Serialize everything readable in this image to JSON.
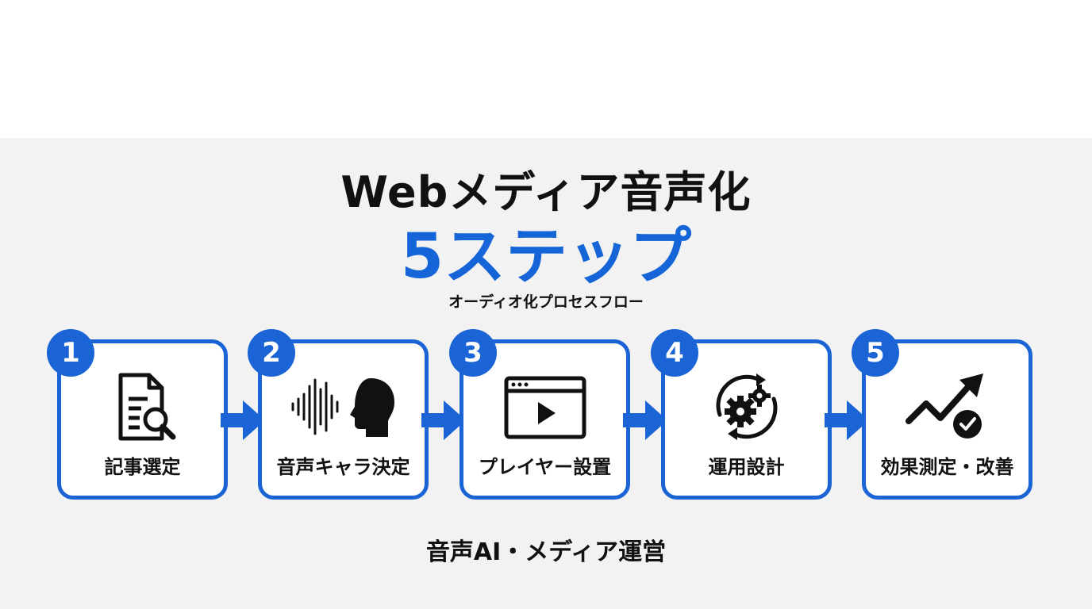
{
  "title": "Webメディア音声化",
  "steps_title": "5ステップ",
  "subtitle": "オーディオ化プロセスフロー",
  "steps": [
    {
      "number": "1",
      "label": "記事選定",
      "icon": "document-search-icon"
    },
    {
      "number": "2",
      "label": "音声キャラ決定",
      "icon": "voice-head-icon"
    },
    {
      "number": "3",
      "label": "プレイヤー設置",
      "icon": "video-player-icon"
    },
    {
      "number": "4",
      "label": "運用設計",
      "icon": "gears-cycle-icon"
    },
    {
      "number": "5",
      "label": "効果測定・改善",
      "icon": "trend-check-icon"
    }
  ],
  "footer": "音声AI・メディア運営",
  "colors": {
    "accent": "#1a64d6",
    "background": "#f2f2f2",
    "text": "#111111"
  }
}
